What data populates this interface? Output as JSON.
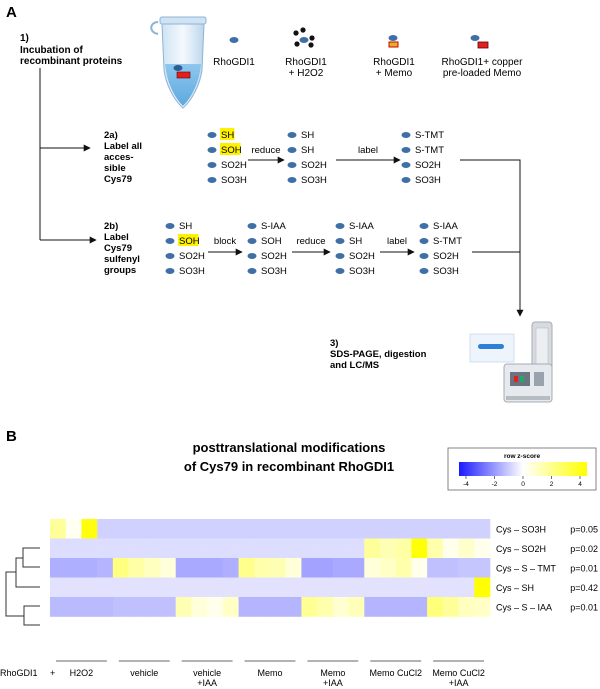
{
  "panelA": {
    "label": "A",
    "step1": [
      "1)",
      "Incubation of",
      "recombinant proteins"
    ],
    "proteins": [
      [
        "RhoGDI1"
      ],
      [
        "RhoGDI1",
        "+ H2O2"
      ],
      [
        "RhoGDI1",
        "+ Memo"
      ],
      [
        "RhoGDI1+ copper",
        "pre-loaded Memo"
      ]
    ],
    "step2a": [
      "2a)",
      "Label all",
      "acces-",
      "sible",
      "Cys79"
    ],
    "step2b": [
      "2b)",
      "Label",
      "Cys79",
      "sulfenyl",
      "groups"
    ],
    "step3": [
      "3)",
      "SDS-PAGE, digestion",
      "and LC/MS"
    ],
    "col2a": [
      [
        "SH",
        "SOH",
        "SO2H",
        "SO3H"
      ],
      [
        "SH",
        "SH",
        "SO2H",
        "SO3H"
      ],
      [
        "S-TMT",
        "S-TMT",
        "SO2H",
        "SO3H"
      ]
    ],
    "arrows2a": [
      "reduce",
      "label"
    ],
    "col2b": [
      [
        "SH",
        "SOH",
        "SO2H",
        "SO3H"
      ],
      [
        "S-IAA",
        "SOH",
        "SO2H",
        "SO3H"
      ],
      [
        "S-IAA",
        "SH",
        "SO2H",
        "SO3H"
      ],
      [
        "S-IAA",
        "S-TMT",
        "SO2H",
        "SO3H"
      ]
    ],
    "arrows2b": [
      "block",
      "reduce",
      "label"
    ],
    "highlight_color": "#fff200"
  },
  "panelB": {
    "label": "B",
    "title_lines": [
      "posttranslational modifications",
      "of Cys79 in recombinant RhoGDI1"
    ],
    "colorbar": {
      "title": "row z-score",
      "ticks": [
        "-4",
        "-2",
        "0",
        "2",
        "4"
      ],
      "colors": [
        "#1a1aff",
        "#ffffff",
        "#ffff00"
      ]
    },
    "rows": [
      {
        "label": "Cys – SO3H",
        "p": "p=0.05"
      },
      {
        "label": "Cys – SO2H",
        "p": "p=0.02"
      },
      {
        "label": "Cys – S – TMT",
        "p": "p=0.01"
      },
      {
        "label": "Cys – SH",
        "p": "p=0.42"
      },
      {
        "label": "Cys – S – IAA",
        "p": "p=0.01"
      }
    ],
    "groups": [
      [
        "H2O2"
      ],
      [
        "vehicle"
      ],
      [
        "vehicle",
        "+IAA"
      ],
      [
        "Memo"
      ],
      [
        "Memo",
        "+IAA"
      ],
      [
        "Memo CuCl2"
      ],
      [
        "Memo CuCl2",
        "+IAA"
      ]
    ],
    "rhogdi_label": "RhoGDI1",
    "plus_label": "+",
    "zscores": [
      [
        1.6,
        0.2,
        3.8,
        -0.8,
        -0.8,
        -0.8,
        -0.8,
        -0.8,
        -0.8,
        -0.8,
        -0.8,
        -0.8,
        -0.8,
        -0.8,
        -0.8,
        -0.8,
        -0.8,
        -0.8,
        -0.8,
        -0.8,
        -0.8,
        -0.8,
        -0.8,
        -0.8,
        -0.8,
        -0.8,
        -0.8,
        -0.8
      ],
      [
        -0.6,
        -0.6,
        -0.6,
        -0.6,
        -0.6,
        -0.6,
        -0.6,
        -0.6,
        -0.6,
        -0.6,
        -0.6,
        -0.6,
        -0.6,
        -0.6,
        -0.6,
        -0.6,
        -0.6,
        -0.6,
        -0.6,
        -0.6,
        1.6,
        1.2,
        1.4,
        3.9,
        1.3,
        0.3,
        0.8,
        0.3
      ],
      [
        -1.4,
        -1.4,
        -1.4,
        -1.3,
        2.0,
        1.4,
        1.0,
        0.6,
        -1.5,
        -1.5,
        -1.5,
        -1.4,
        1.8,
        1.3,
        1.2,
        0.6,
        -1.6,
        -1.6,
        -1.5,
        -1.5,
        0.6,
        0.9,
        1.3,
        0.3,
        -1.1,
        -1.1,
        -1.0,
        -1.0
      ],
      [
        -0.5,
        -0.5,
        -0.5,
        -0.5,
        -0.5,
        -0.5,
        -0.5,
        -0.5,
        -0.5,
        -0.5,
        -0.5,
        -0.5,
        -0.5,
        -0.5,
        -0.5,
        -0.5,
        -0.5,
        -0.5,
        -0.5,
        -0.5,
        -0.5,
        -0.5,
        -0.5,
        -0.5,
        -0.5,
        -0.5,
        -0.5,
        4.2
      ],
      [
        -1.2,
        -1.2,
        -1.2,
        -1.2,
        -1.1,
        -1.1,
        -1.1,
        -1.1,
        1.2,
        0.6,
        0.3,
        0.9,
        -1.3,
        -1.3,
        -1.3,
        -1.3,
        1.7,
        1.3,
        0.7,
        1.1,
        -1.3,
        -1.3,
        -1.3,
        -1.3,
        2.1,
        1.6,
        1.0,
        0.9
      ]
    ]
  }
}
